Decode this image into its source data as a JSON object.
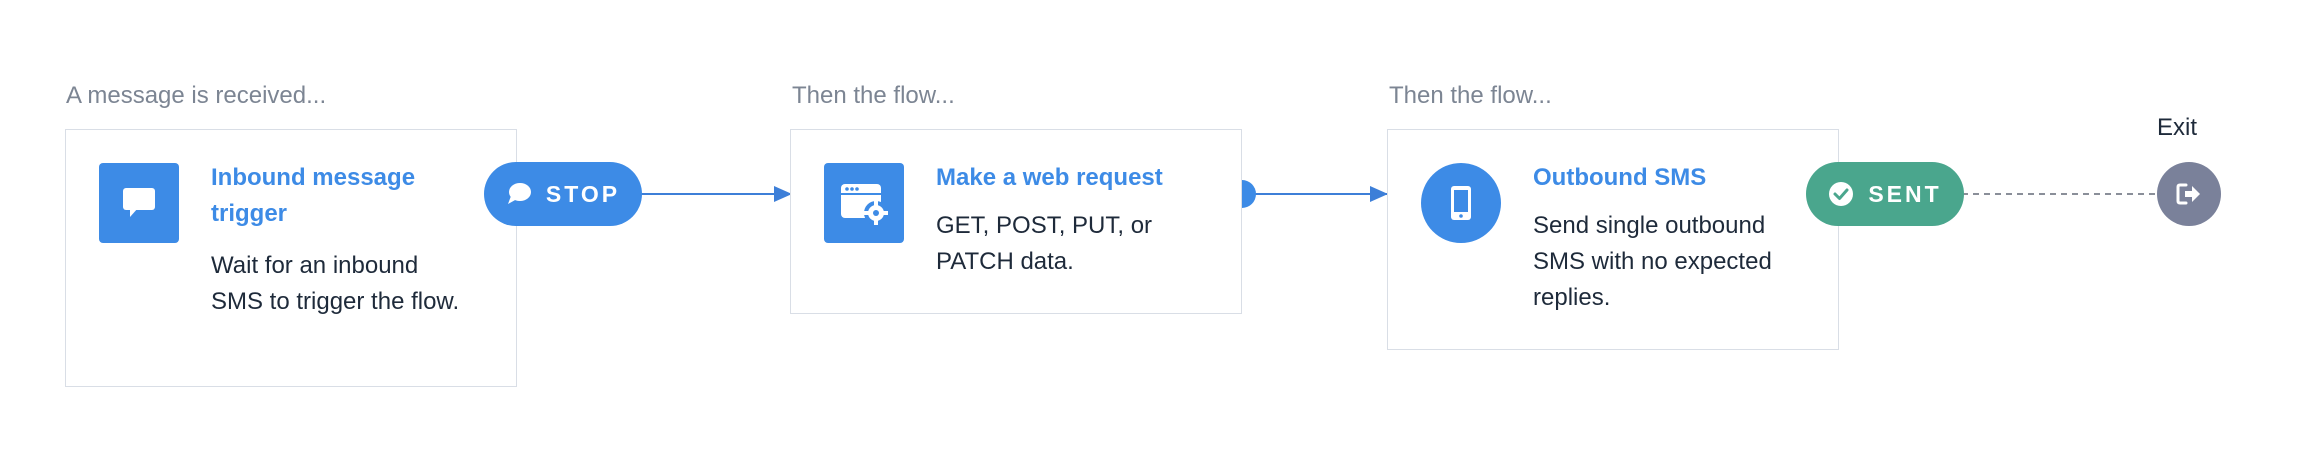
{
  "steps": [
    {
      "caption": "A message is received...",
      "title": "Inbound message trigger",
      "description": "Wait for an inbound SMS to trigger the flow.",
      "icon": "chat-bubble-icon"
    },
    {
      "caption": "Then the flow...",
      "title": "Make a web request",
      "description": "GET, POST, PUT, or PATCH data.",
      "icon": "web-gear-icon"
    },
    {
      "caption": "Then the flow...",
      "title": "Outbound SMS",
      "description": "Send single outbound SMS with no expected replies.",
      "icon": "mobile-phone-icon"
    }
  ],
  "badges": {
    "stop": {
      "label": "STOP",
      "icon": "chat-bubble-icon",
      "color": "#3d8be6"
    },
    "sent": {
      "label": "SENT",
      "icon": "check-circle-icon",
      "color": "#4aa68d"
    }
  },
  "exit": {
    "label": "Exit",
    "icon": "exit-icon",
    "color": "#7a819a"
  },
  "colors": {
    "accent": "#3d8be6",
    "text": "#1e2a3a",
    "muted": "#7c8593",
    "card_border": "#d9dee6",
    "connector": "#3d7fd8",
    "dashed": "#8a8f99"
  }
}
